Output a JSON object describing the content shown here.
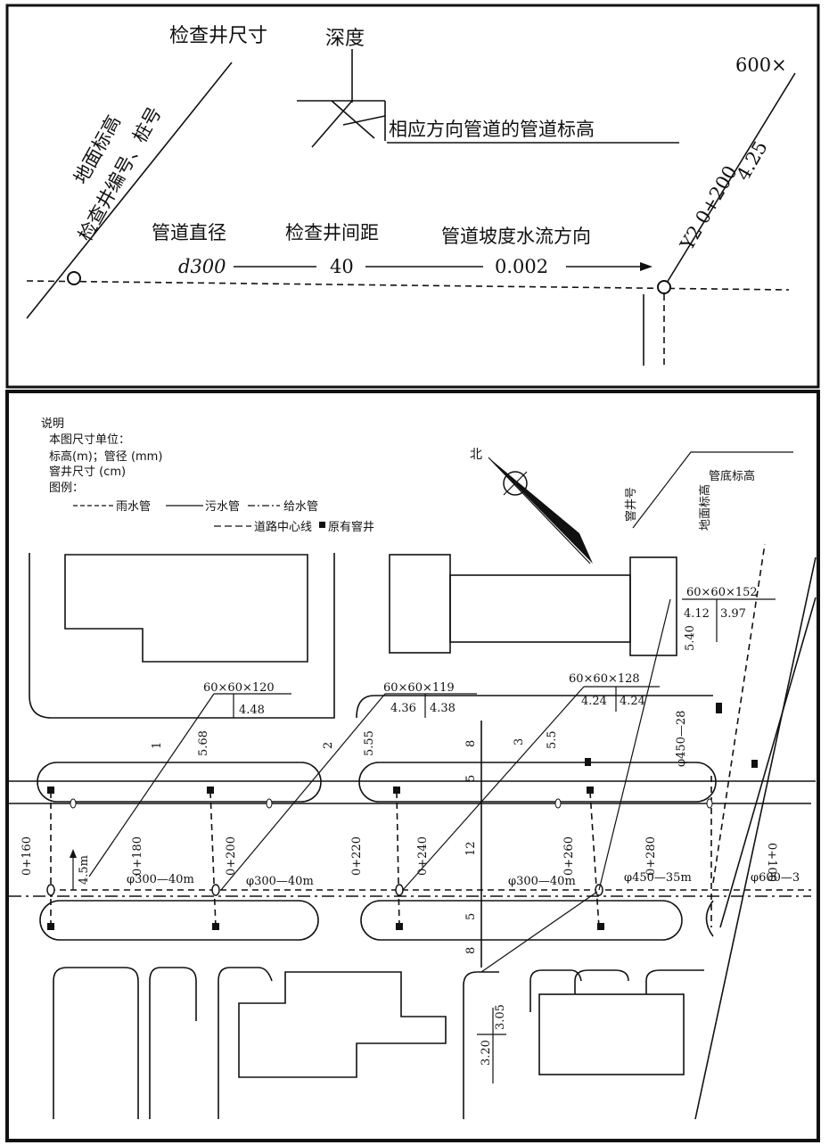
{
  "legend_top": {
    "manhole_size": "检查井尺寸",
    "depth": "深度",
    "manhole_id_station": "检查井编号、桩号",
    "ground_elevation": "地面标高",
    "pipe_elevation": "相应方向管道的管道标高",
    "pipe_diameter": "管道直径",
    "manhole_spacing": "检查井间距",
    "slope_flow": "管道坡度水流方向",
    "diameter_value": "d300",
    "spacing_value": "40",
    "slope_value": "0.002",
    "size_value": "600×",
    "manhole_label": "Y2  0+200",
    "ground_value": "4.25"
  },
  "notes": {
    "title": "说明",
    "line1": "本图尺寸单位：",
    "line2": "标高(m)；管径 (mm)",
    "line3": "窨井尺寸 (cm)",
    "line4": "图例：",
    "rain": "雨水管",
    "sewage": "污水管",
    "water": "给水管",
    "centerline": "道路中心线",
    "existing": "原有窨井"
  },
  "north": "北",
  "legend_plan": {
    "well_no": "窨井号",
    "ground_elev": "地面标高",
    "pipe_elev": "管底标高"
  },
  "manholes": [
    {
      "size": "60×60×120",
      "elev_in": "",
      "elev_out": "4.48",
      "ground": "5.68",
      "no": "1"
    },
    {
      "size": "60×60×119",
      "elev_in": "4.36",
      "elev_out": "4.38",
      "ground": "5.55",
      "no": "2"
    },
    {
      "size": "60×60×128",
      "elev_in": "4.24",
      "elev_out": "4.24",
      "ground": "5.5",
      "no": "3"
    },
    {
      "size": "60×60×152",
      "elev_in": "4.12",
      "elev_out": "3.97",
      "ground": "5.40",
      "no": ""
    }
  ],
  "stations": [
    "0+160",
    "0+180",
    "0+200",
    "0+220",
    "0+240",
    "0+260",
    "0+280",
    "0+100"
  ],
  "pipes": [
    "φ300—40m",
    "φ300—40m",
    "φ300—40m",
    "φ450—35m",
    "φ450—28",
    "φ600—3"
  ],
  "dims": {
    "d8a": "8",
    "d5a": "5",
    "d12": "12",
    "d5b": "5",
    "d8b": "8",
    "offset": "4.5m"
  },
  "bottom_elev": {
    "a": "3.05",
    "b": "3.20"
  }
}
